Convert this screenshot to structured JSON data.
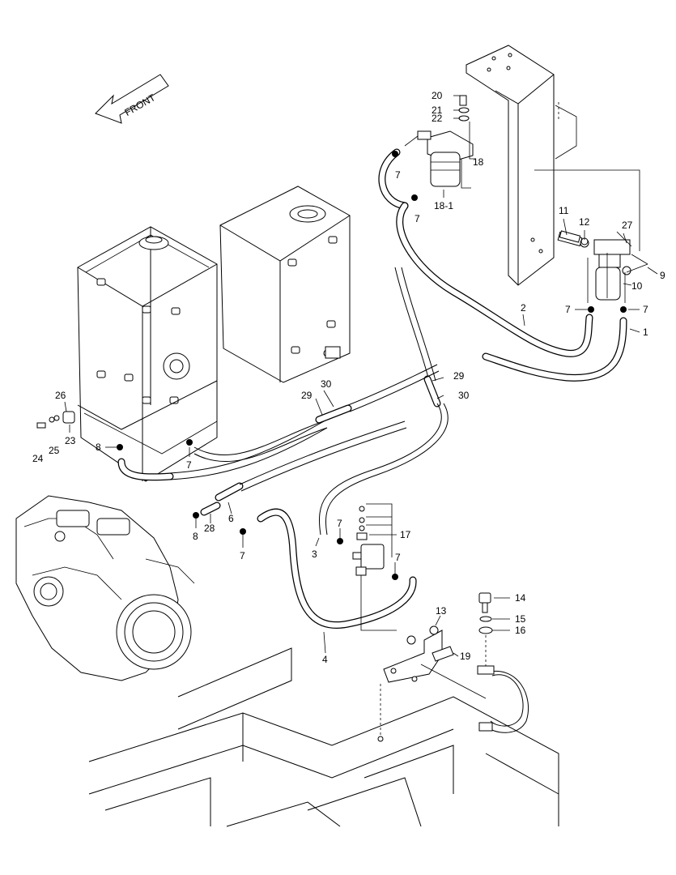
{
  "front_label": "FRONT",
  "callouts": [
    {
      "id": "20",
      "text": "20"
    },
    {
      "id": "21",
      "text": "21"
    },
    {
      "id": "22",
      "text": "22"
    },
    {
      "id": "18",
      "text": "18"
    },
    {
      "id": "18-1",
      "text": "18-1"
    },
    {
      "id": "7a",
      "text": "7"
    },
    {
      "id": "7b",
      "text": "7"
    },
    {
      "id": "11",
      "text": "11"
    },
    {
      "id": "12",
      "text": "12"
    },
    {
      "id": "27",
      "text": "27"
    },
    {
      "id": "9",
      "text": "9"
    },
    {
      "id": "10",
      "text": "10"
    },
    {
      "id": "7c",
      "text": "7"
    },
    {
      "id": "7d",
      "text": "7"
    },
    {
      "id": "2",
      "text": "2"
    },
    {
      "id": "1",
      "text": "1"
    },
    {
      "id": "29a",
      "text": "29"
    },
    {
      "id": "30a",
      "text": "30"
    },
    {
      "id": "30b",
      "text": "30"
    },
    {
      "id": "29b",
      "text": "29"
    },
    {
      "id": "26",
      "text": "26"
    },
    {
      "id": "23",
      "text": "23"
    },
    {
      "id": "24",
      "text": "24"
    },
    {
      "id": "25",
      "text": "25"
    },
    {
      "id": "8a",
      "text": "8"
    },
    {
      "id": "7e",
      "text": "7"
    },
    {
      "id": "8b",
      "text": "8"
    },
    {
      "id": "28",
      "text": "28"
    },
    {
      "id": "6",
      "text": "6"
    },
    {
      "id": "7f",
      "text": "7"
    },
    {
      "id": "7g",
      "text": "7"
    },
    {
      "id": "17",
      "text": "17"
    },
    {
      "id": "7h",
      "text": "7"
    },
    {
      "id": "3",
      "text": "3"
    },
    {
      "id": "4",
      "text": "4"
    },
    {
      "id": "13",
      "text": "13"
    },
    {
      "id": "19",
      "text": "19"
    },
    {
      "id": "14",
      "text": "14"
    },
    {
      "id": "15",
      "text": "15"
    },
    {
      "id": "16",
      "text": "16"
    }
  ]
}
